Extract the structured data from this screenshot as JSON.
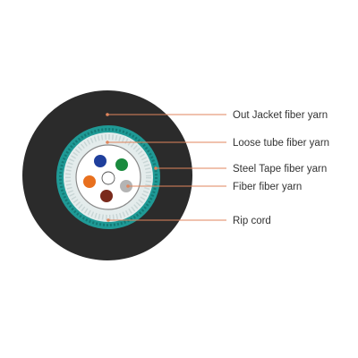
{
  "colors": {
    "jacket": "#2b2b2b",
    "steel_tape": "#1f9a96",
    "tube_fill": "#e4ecec",
    "inner_fill": "#ffffff",
    "inner_ring": "#8a8a8a",
    "leader": "#e0855c",
    "label_text": "#333333"
  },
  "fibers": [
    {
      "name": "blue-fiber",
      "color": "#1f3f9c"
    },
    {
      "name": "green-fiber",
      "color": "#1a8a3e"
    },
    {
      "name": "orange-fiber",
      "color": "#e8701e"
    },
    {
      "name": "white-fiber",
      "color": "#ffffff"
    },
    {
      "name": "gray-fiber",
      "color": "#b4b4b4"
    },
    {
      "name": "brown-fiber",
      "color": "#7a2a1c"
    }
  ],
  "labels": {
    "out_jacket": "Out Jacket fiber yarn",
    "loose_tube": "Loose tube fiber yarn",
    "steel_tape": "Steel Tape fiber yarn",
    "fiber": "Fiber fiber yarn",
    "rip_cord": "Rip cord"
  }
}
